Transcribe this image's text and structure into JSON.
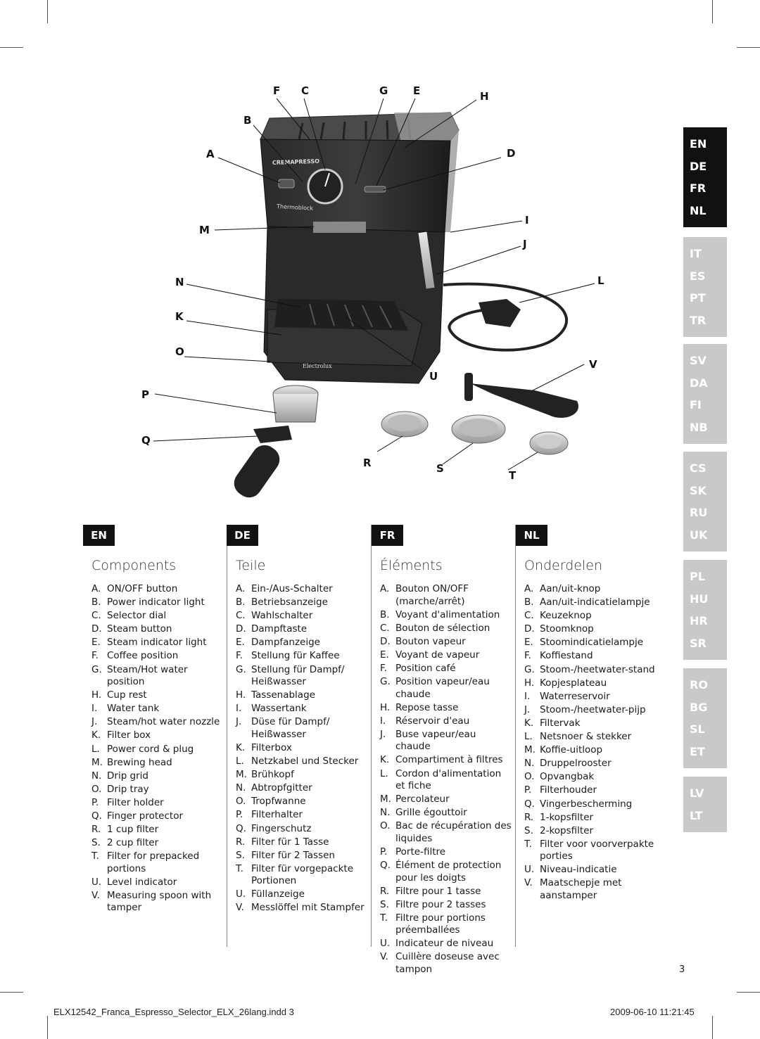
{
  "figure": {
    "callouts": [
      "A",
      "B",
      "C",
      "D",
      "E",
      "F",
      "G",
      "H",
      "I",
      "J",
      "K",
      "L",
      "M",
      "N",
      "O",
      "P",
      "Q",
      "R",
      "S",
      "T",
      "U",
      "V"
    ],
    "machine_labels": {
      "brand": "CREMAPRESSO",
      "thermo": "Thermoblock",
      "maker": "Electrolux"
    }
  },
  "lang_tabs": [
    [
      "EN",
      "DE",
      "FR",
      "NL"
    ],
    [
      "IT",
      "ES",
      "PT",
      "TR"
    ],
    [
      "SV",
      "DA",
      "FI",
      "NB"
    ],
    [
      "CS",
      "SK",
      "RU",
      "UK"
    ],
    [
      "PL",
      "HU",
      "HR",
      "SR"
    ],
    [
      "RO",
      "BG",
      "SL",
      "ET"
    ],
    [
      "LV",
      "LT"
    ]
  ],
  "columns": [
    {
      "tab": "EN",
      "title": "Components",
      "items": [
        {
          "l": "A.",
          "t": "ON/OFF button"
        },
        {
          "l": "B.",
          "t": "Power indicator light"
        },
        {
          "l": "C.",
          "t": "Selector dial"
        },
        {
          "l": "D.",
          "t": "Steam button"
        },
        {
          "l": "E.",
          "t": "Steam indicator light"
        },
        {
          "l": "F.",
          "t": "Coffee position"
        },
        {
          "l": "G.",
          "t": "Steam/Hot water position"
        },
        {
          "l": "H.",
          "t": "Cup rest"
        },
        {
          "l": "I.",
          "t": "Water tank"
        },
        {
          "l": "J.",
          "t": "Steam/hot water nozzle"
        },
        {
          "l": "K.",
          "t": "Filter box"
        },
        {
          "l": "L.",
          "t": "Power cord & plug"
        },
        {
          "l": "M.",
          "t": "Brewing head"
        },
        {
          "l": "N.",
          "t": "Drip grid"
        },
        {
          "l": "O.",
          "t": "Drip tray"
        },
        {
          "l": "P.",
          "t": "Filter holder"
        },
        {
          "l": "Q.",
          "t": "Finger protector"
        },
        {
          "l": "R.",
          "t": "1 cup filter"
        },
        {
          "l": "S.",
          "t": "2 cup filter"
        },
        {
          "l": "T.",
          "t": "Filter for prepacked portions"
        },
        {
          "l": "U.",
          "t": "Level indicator"
        },
        {
          "l": "V.",
          "t": "Measuring spoon with tamper"
        }
      ]
    },
    {
      "tab": "DE",
      "title": "Teile",
      "items": [
        {
          "l": "A.",
          "t": "Ein-/Aus-Schalter"
        },
        {
          "l": "B.",
          "t": "Betriebsanzeige"
        },
        {
          "l": "C.",
          "t": "Wahlschalter"
        },
        {
          "l": "D.",
          "t": "Dampftaste"
        },
        {
          "l": "E.",
          "t": "Dampfanzeige"
        },
        {
          "l": "F.",
          "t": "Stellung für Kaffee"
        },
        {
          "l": "G.",
          "t": "Stellung für Dampf/ Heißwasser"
        },
        {
          "l": "H.",
          "t": "Tassenablage"
        },
        {
          "l": "I.",
          "t": "Wassertank"
        },
        {
          "l": "J.",
          "t": "Düse für Dampf/ Heißwasser"
        },
        {
          "l": "K.",
          "t": "Filterbox"
        },
        {
          "l": "L.",
          "t": "Netzkabel und Stecker"
        },
        {
          "l": "M.",
          "t": "Brühkopf"
        },
        {
          "l": "N.",
          "t": "Abtropfgitter"
        },
        {
          "l": "O.",
          "t": "Tropfwanne"
        },
        {
          "l": "P.",
          "t": "Filterhalter"
        },
        {
          "l": "Q.",
          "t": "Fingerschutz"
        },
        {
          "l": "R.",
          "t": "Filter für 1 Tasse"
        },
        {
          "l": "S.",
          "t": "Filter für 2 Tassen"
        },
        {
          "l": "T.",
          "t": "Filter für vorgepackte Portionen"
        },
        {
          "l": "U.",
          "t": "Füllanzeige"
        },
        {
          "l": "V.",
          "t": "Messlöffel mit Stampfer"
        }
      ]
    },
    {
      "tab": "FR",
      "title": "Éléments",
      "items": [
        {
          "l": "A.",
          "t": "Bouton ON/OFF (marche/arrêt)"
        },
        {
          "l": "B.",
          "t": "Voyant d'alimentation"
        },
        {
          "l": "C.",
          "t": "Bouton de sélection"
        },
        {
          "l": "D.",
          "t": "Bouton vapeur"
        },
        {
          "l": "E.",
          "t": "Voyant de vapeur"
        },
        {
          "l": "F.",
          "t": "Position café"
        },
        {
          "l": "G.",
          "t": "Position vapeur/eau chaude"
        },
        {
          "l": "H.",
          "t": "Repose tasse"
        },
        {
          "l": "I.",
          "t": "Réservoir d'eau"
        },
        {
          "l": "J.",
          "t": "Buse vapeur/eau chaude"
        },
        {
          "l": "K.",
          "t": "Compartiment à filtres"
        },
        {
          "l": "L.",
          "t": "Cordon d'alimentation et fiche"
        },
        {
          "l": "M.",
          "t": "Percolateur"
        },
        {
          "l": "N.",
          "t": "Grille égouttoir"
        },
        {
          "l": "O.",
          "t": "Bac de récupération des liquides"
        },
        {
          "l": "P.",
          "t": "Porte-filtre"
        },
        {
          "l": "Q.",
          "t": "Élément de protection pour les doigts"
        },
        {
          "l": "R.",
          "t": "Filtre pour 1 tasse"
        },
        {
          "l": "S.",
          "t": "Filtre pour 2 tasses"
        },
        {
          "l": "T.",
          "t": "Filtre pour portions préemballées"
        },
        {
          "l": "U.",
          "t": "Indicateur de niveau"
        },
        {
          "l": "V.",
          "t": "Cuillère doseuse avec tampon"
        }
      ]
    },
    {
      "tab": "NL",
      "title": "Onderdelen",
      "items": [
        {
          "l": "A.",
          "t": "Aan/uit-knop"
        },
        {
          "l": "B.",
          "t": "Aan/uit-indicatielampje"
        },
        {
          "l": "C.",
          "t": "Keuzeknop"
        },
        {
          "l": "D.",
          "t": "Stoomknop"
        },
        {
          "l": "E.",
          "t": "Stoomindicatielampje"
        },
        {
          "l": "F.",
          "t": "Koffiestand"
        },
        {
          "l": "G.",
          "t": "Stoom-/heetwater-stand"
        },
        {
          "l": "H.",
          "t": "Kopjesplateau"
        },
        {
          "l": "I.",
          "t": "Waterreservoir"
        },
        {
          "l": "J.",
          "t": "Stoom-/heetwater-pijp"
        },
        {
          "l": "K.",
          "t": "Filtervak"
        },
        {
          "l": "L.",
          "t": "Netsnoer & stekker"
        },
        {
          "l": "M.",
          "t": "Koffie-uitloop"
        },
        {
          "l": "N.",
          "t": "Druppelrooster"
        },
        {
          "l": "O.",
          "t": "Opvangbak"
        },
        {
          "l": "P.",
          "t": "Filterhouder"
        },
        {
          "l": "Q.",
          "t": "Vingerbescherming"
        },
        {
          "l": "R.",
          "t": "1-kopsfilter"
        },
        {
          "l": "S.",
          "t": "2-kopsfilter"
        },
        {
          "l": "T.",
          "t": "Filter voor voorverpakte porties"
        },
        {
          "l": "U.",
          "t": "Niveau-indicatie"
        },
        {
          "l": "V.",
          "t": "Maatschepje met aanstamper"
        }
      ]
    }
  ],
  "page_number": "3",
  "footer": {
    "file": "ELX12542_Franca_Espresso_Selector_ELX_26lang.indd   3",
    "datetime": "2009-06-10   11:21:45"
  }
}
